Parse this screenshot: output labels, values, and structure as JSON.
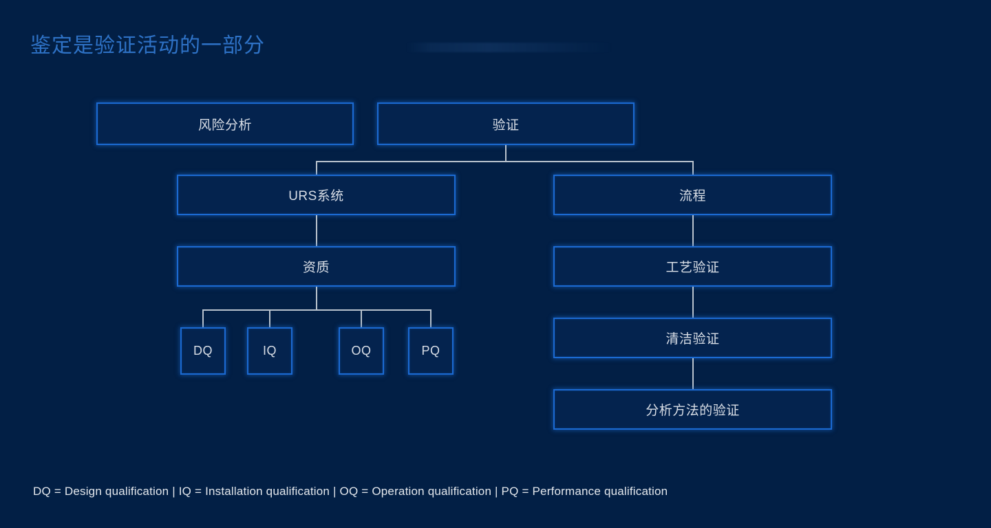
{
  "slide": {
    "title": "鉴定是验证活动的一部分",
    "background_color": "#021f45",
    "title_color": "#2e72c6",
    "box_border_color": "#1b6ad2",
    "box_fill_color": "#04234e",
    "box_text_color": "#d9dee6",
    "connector_color": "#b9c3cd",
    "legend_text_color": "#e3e7ec"
  },
  "diagram": {
    "top_row": [
      {
        "id": "risk-analysis",
        "label": "风险分析"
      },
      {
        "id": "validation",
        "label": "验证"
      }
    ],
    "left_branch": [
      {
        "id": "urs-system",
        "label": "URS系统"
      },
      {
        "id": "qualification",
        "label": "资质"
      }
    ],
    "qualification_children": [
      {
        "id": "dq",
        "label": "DQ"
      },
      {
        "id": "iq",
        "label": "IQ"
      },
      {
        "id": "oq",
        "label": "OQ"
      },
      {
        "id": "pq",
        "label": "PQ"
      }
    ],
    "right_branch": [
      {
        "id": "process",
        "label": "流程"
      },
      {
        "id": "process-validation",
        "label": "工艺验证"
      },
      {
        "id": "cleaning-validation",
        "label": "清洁验证"
      },
      {
        "id": "analytical-method-validation",
        "label": "分析方法的验证"
      }
    ]
  },
  "legend": {
    "text": "DQ = Design qualification | IQ = Installation qualification | OQ = Operation qualification | PQ = Performance qualification",
    "entries": [
      {
        "abbr": "DQ",
        "meaning": "Design qualification"
      },
      {
        "abbr": "IQ",
        "meaning": "Installation qualification"
      },
      {
        "abbr": "OQ",
        "meaning": "Operation qualification"
      },
      {
        "abbr": "PQ",
        "meaning": "Performance qualification"
      }
    ]
  }
}
